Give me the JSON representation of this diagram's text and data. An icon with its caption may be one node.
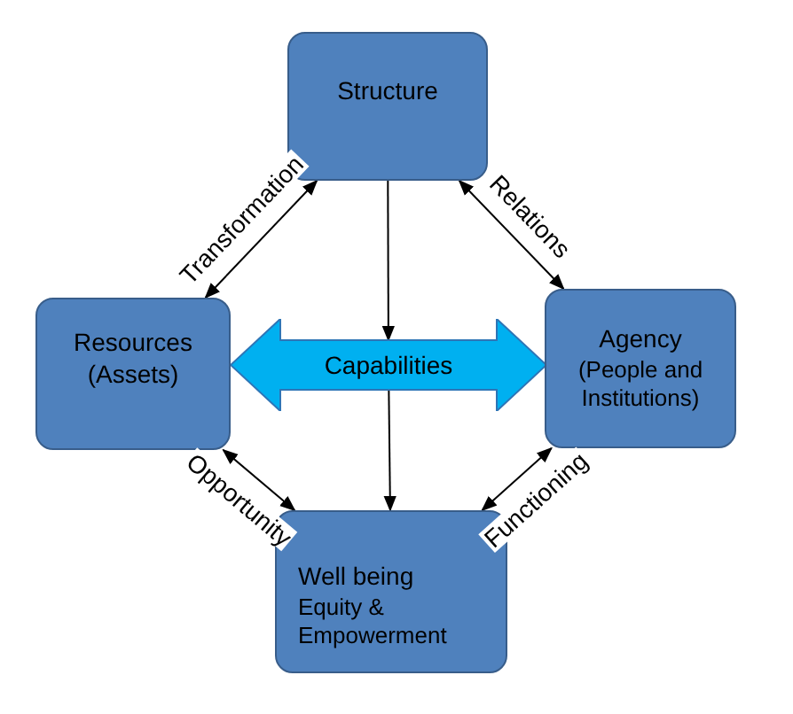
{
  "diagram": {
    "nodes": [
      {
        "text": [
          "Structure"
        ]
      },
      {
        "text": [
          "Resources (Assets)"
        ]
      },
      {
        "text": [
          "Capabilities"
        ]
      },
      {
        "text": [
          "Agency",
          "(People and Institutions)"
        ]
      },
      {
        "text": [
          "Well being",
          "Equity & Empowerment"
        ]
      }
    ],
    "edges": [
      {
        "from": 0,
        "to": 1,
        "arrow": "both",
        "label": "Transformation"
      },
      {
        "from": 0,
        "to": 3,
        "arrow": "both",
        "label": "Relations"
      },
      {
        "from": 0,
        "to": 2,
        "arrow": "to"
      },
      {
        "from": 2,
        "to": 4,
        "arrow": "to"
      },
      {
        "from": 1,
        "to": 4,
        "arrow": "both",
        "label": "Opportunity"
      },
      {
        "from": 3,
        "to": 4,
        "arrow": "both",
        "label": "Functioning"
      }
    ]
  }
}
